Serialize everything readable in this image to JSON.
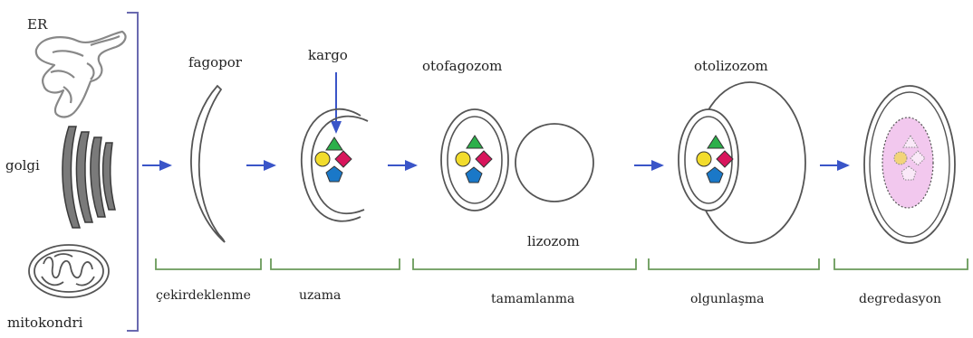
{
  "labels": {
    "er": "ER",
    "golgi": "golgi",
    "mitochondria": "mitokondri",
    "phagophore": "fagopor",
    "cargo": "kargo",
    "autophagosome": "otofagozom",
    "autolysosome": "otolizozom",
    "lysosome": "lizozom"
  },
  "stages": [
    "çekirdeklenme",
    "uzama",
    "tamamlanma",
    "olgunlaşma",
    "degredasyon"
  ],
  "colors": {
    "arrow": "#3a55c8",
    "bracket_left": "#6a6ab0",
    "bracket_stage": "#6a9a5a",
    "triangle": "#2cb04a",
    "circle": "#f2dc2c",
    "diamond": "#d8155c",
    "pentagon": "#1a78c8",
    "degradation_fill": "#f2c8ee"
  }
}
